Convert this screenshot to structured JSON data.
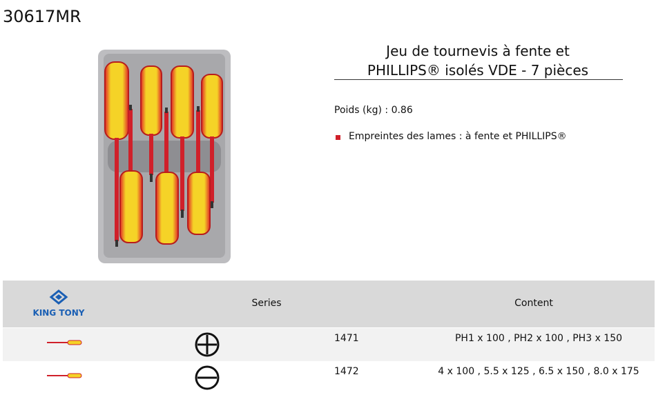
{
  "product": {
    "sku": "30617MR",
    "title_line1": "Jeu de tournevis à fente et",
    "title_line2": "PHILLIPS® isolés VDE - 7 pièces",
    "weight": "Poids (kg) : 0.86",
    "features": [
      "Empreintes des lames : à fente et PHILLIPS®"
    ]
  },
  "brand": {
    "logo_text": "KING TONY",
    "color": "#1a5fb4"
  },
  "table": {
    "headers": {
      "series": "Series",
      "content": "Content"
    },
    "rows": [
      {
        "tip_icon": "phillips-icon",
        "series": "1471",
        "content": "PH1 x 100 , PH2 x 100 , PH3 x 150"
      },
      {
        "tip_icon": "slotted-icon",
        "series": "1472",
        "content": "4 x 100 , 5.5 x 125 , 6.5 x 150 , 8.0 x 175"
      }
    ]
  },
  "colors": {
    "accent_red": "#d0202a",
    "handle_yellow": "#f5d327",
    "header_gray": "#d9d9d9",
    "row_gray": "#f2f2f2"
  }
}
